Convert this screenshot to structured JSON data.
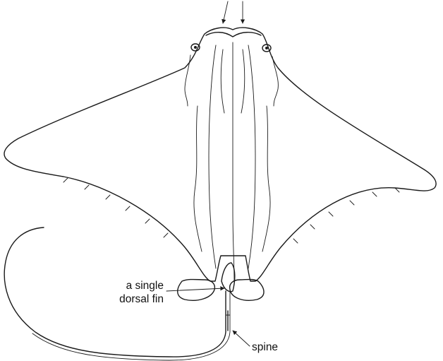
{
  "labels": {
    "dorsal_fin_line1": "a single",
    "dorsal_fin_line2": "dorsal fin",
    "spine": "spine"
  },
  "colors": {
    "ink": "#1a1a1a",
    "background": "#ffffff"
  }
}
